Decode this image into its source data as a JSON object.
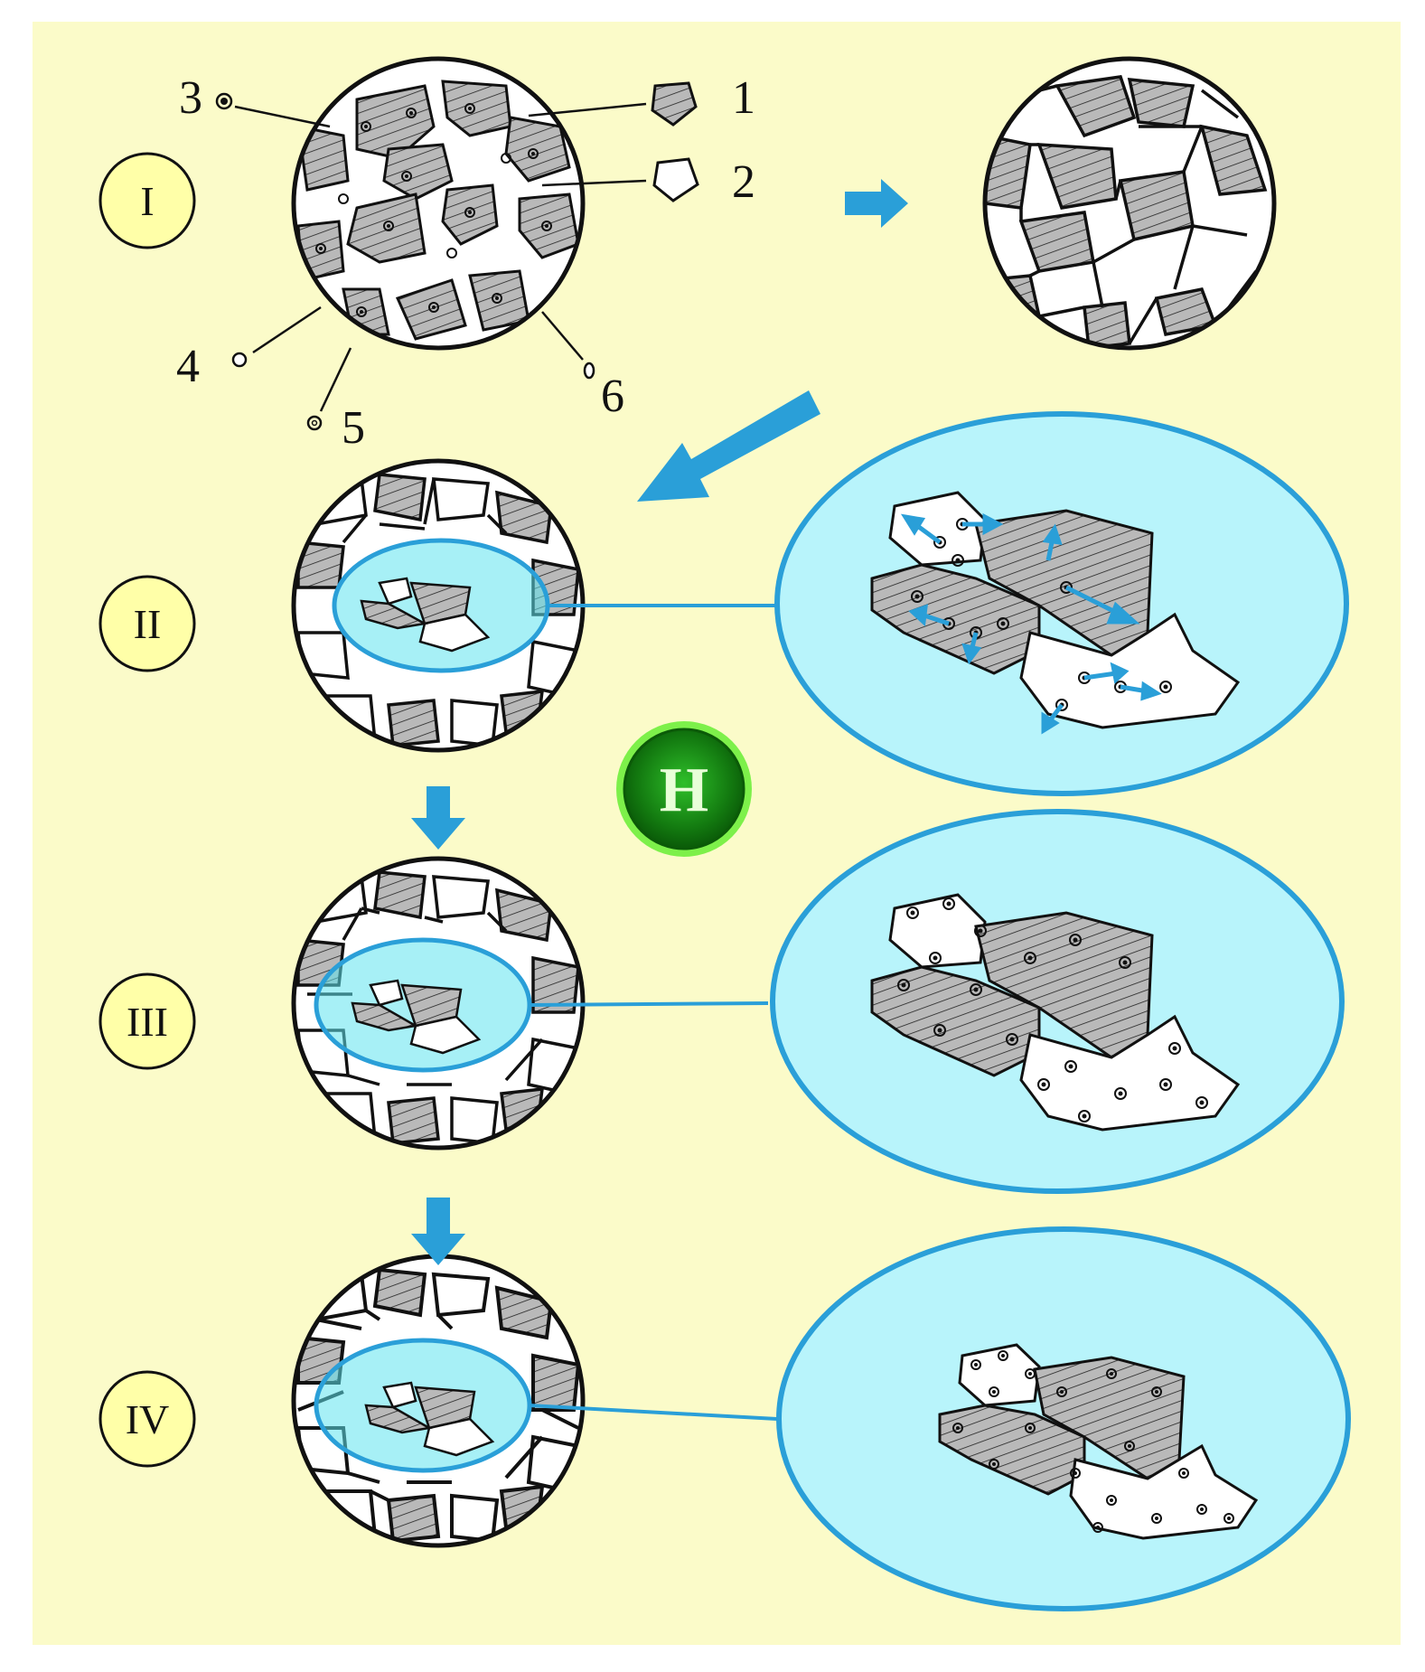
{
  "stages": [
    {
      "id": "s1",
      "label": "I"
    },
    {
      "id": "s2",
      "label": "II"
    },
    {
      "id": "s3",
      "label": "III"
    },
    {
      "id": "s4",
      "label": "IV"
    }
  ],
  "legend": {
    "n1": "1",
    "n2": "2",
    "n3": "3",
    "n4": "4",
    "n5": "5",
    "n6": "6"
  },
  "hydrogen_badge": "H",
  "colors": {
    "background": "#fbfbc9",
    "arrow": "#2a9fd8",
    "zoom_fill": "#b8f4fb",
    "zoom_stroke": "#2a9fd8",
    "grain_hatched": "#b9b9b9",
    "label_circle": "#ffffa8",
    "badge_green": "#1f8a16"
  }
}
